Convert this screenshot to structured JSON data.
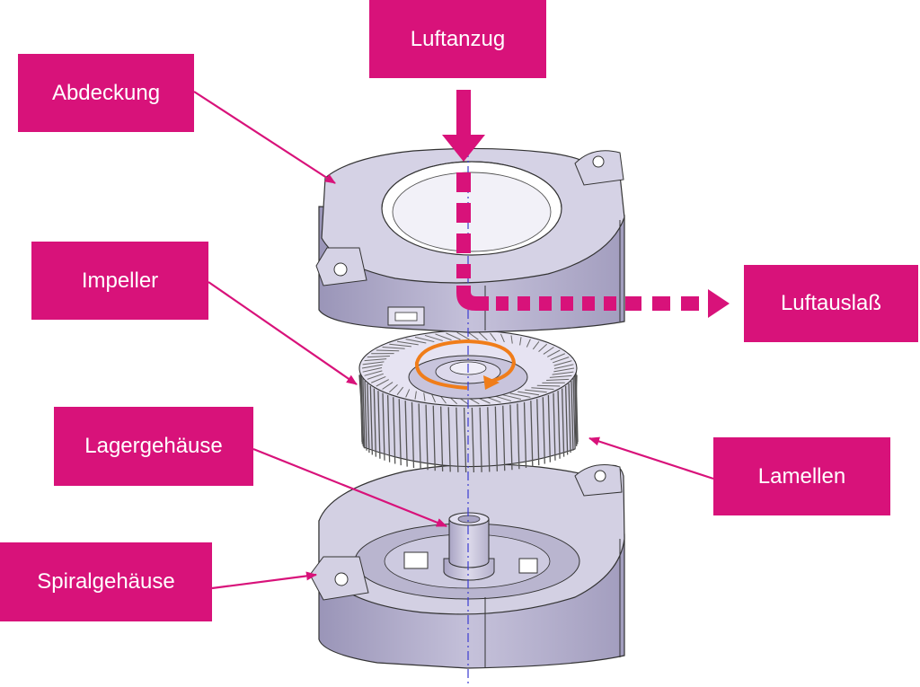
{
  "colors": {
    "label_bg": "#d8127a",
    "label_text": "#ffffff",
    "airflow_arrow": "#d8127a",
    "rotation_arrow": "#f07d1a",
    "leader_line": "#d8127a",
    "axis_line": "#3a3ad0",
    "part_fill": "#c8c4dc",
    "part_edge": "#333333"
  },
  "labels": {
    "luftanzug": "Luftanzug",
    "abdeckung": "Abdeckung",
    "impeller": "Impeller",
    "luftauslass": "Luftauslaß",
    "lagergehaeuse": "Lagergehäuse",
    "lamellen": "Lamellen",
    "spiralgehaeuse": "Spiralgehäuse"
  },
  "parts": [
    "Abdeckung",
    "Impeller",
    "Lamellen",
    "Lagergehäuse",
    "Spiralgehäuse"
  ],
  "icons": [
    "airflow-in-arrow",
    "airflow-out-arrow",
    "rotation-arrow"
  ]
}
